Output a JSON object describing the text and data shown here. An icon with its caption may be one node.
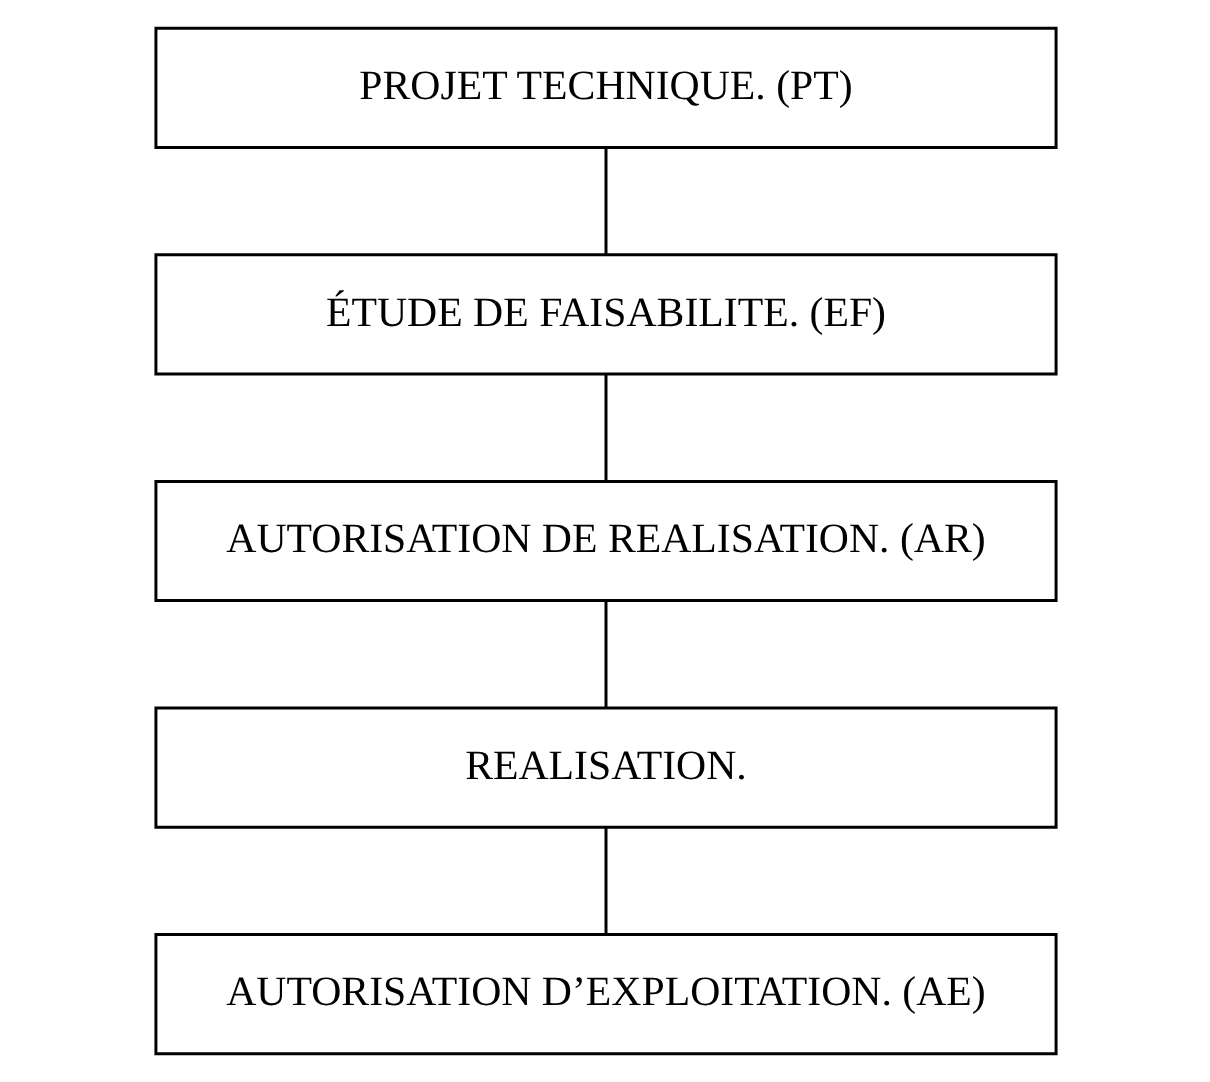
{
  "diagram": {
    "nodes": [
      {
        "text": [
          "PROJET TECHNIQUE. (PT)"
        ]
      },
      {
        "text": [
          "ÉTUDE DE FAISABILITE. (EF)"
        ]
      },
      {
        "text": [
          "AUTORISATION DE REALISATION. (AR)"
        ]
      },
      {
        "text": [
          "REALISATION."
        ]
      },
      {
        "text": [
          "AUTORISATION D’EXPLOITATION. (AE)"
        ]
      }
    ],
    "edges": [
      {
        "from": 0,
        "to": 1,
        "arrow": "none"
      },
      {
        "from": 1,
        "to": 2,
        "arrow": "none"
      },
      {
        "from": 2,
        "to": 3,
        "arrow": "none"
      },
      {
        "from": 3,
        "to": 4,
        "arrow": "none"
      }
    ]
  }
}
